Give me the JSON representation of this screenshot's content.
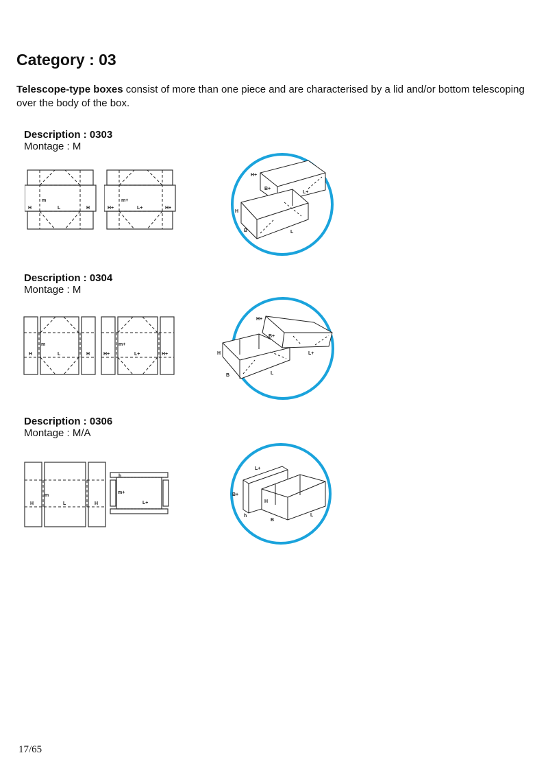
{
  "page": {
    "title": "Category : 03",
    "intro_bold": "Telescope-type boxes",
    "intro_rest": " consist of more than one piece and are characterised by a lid and/or bottom telescoping over the body of the box.",
    "page_number": "17/65",
    "accent_color": "#1aa3dc"
  },
  "sections": [
    {
      "description": "Description : 0303",
      "montage": "Montage : M",
      "flat_labels_body": [
        "H",
        "L",
        "H",
        "m"
      ],
      "flat_labels_lid": [
        "H+",
        "L+",
        "H+",
        "m+"
      ],
      "iso_labels": [
        "H+",
        "B+",
        "L+",
        "H",
        "B",
        "L"
      ]
    },
    {
      "description": "Description : 0304",
      "montage": "Montage : M",
      "flat_labels_body": [
        "H",
        "L",
        "H",
        "m"
      ],
      "flat_labels_lid": [
        "H+",
        "L+",
        "H+",
        "m+"
      ],
      "iso_labels": [
        "H+",
        "B+",
        "L+",
        "H",
        "B",
        "L"
      ]
    },
    {
      "description": "Description : 0306",
      "montage": "Montage : M/A",
      "flat_labels_body": [
        "H",
        "L",
        "H",
        "m"
      ],
      "flat_labels_lid": [
        "L+",
        "m+",
        "h"
      ],
      "iso_labels": [
        "L+",
        "B+",
        "H",
        "h",
        "B",
        "L"
      ]
    }
  ]
}
